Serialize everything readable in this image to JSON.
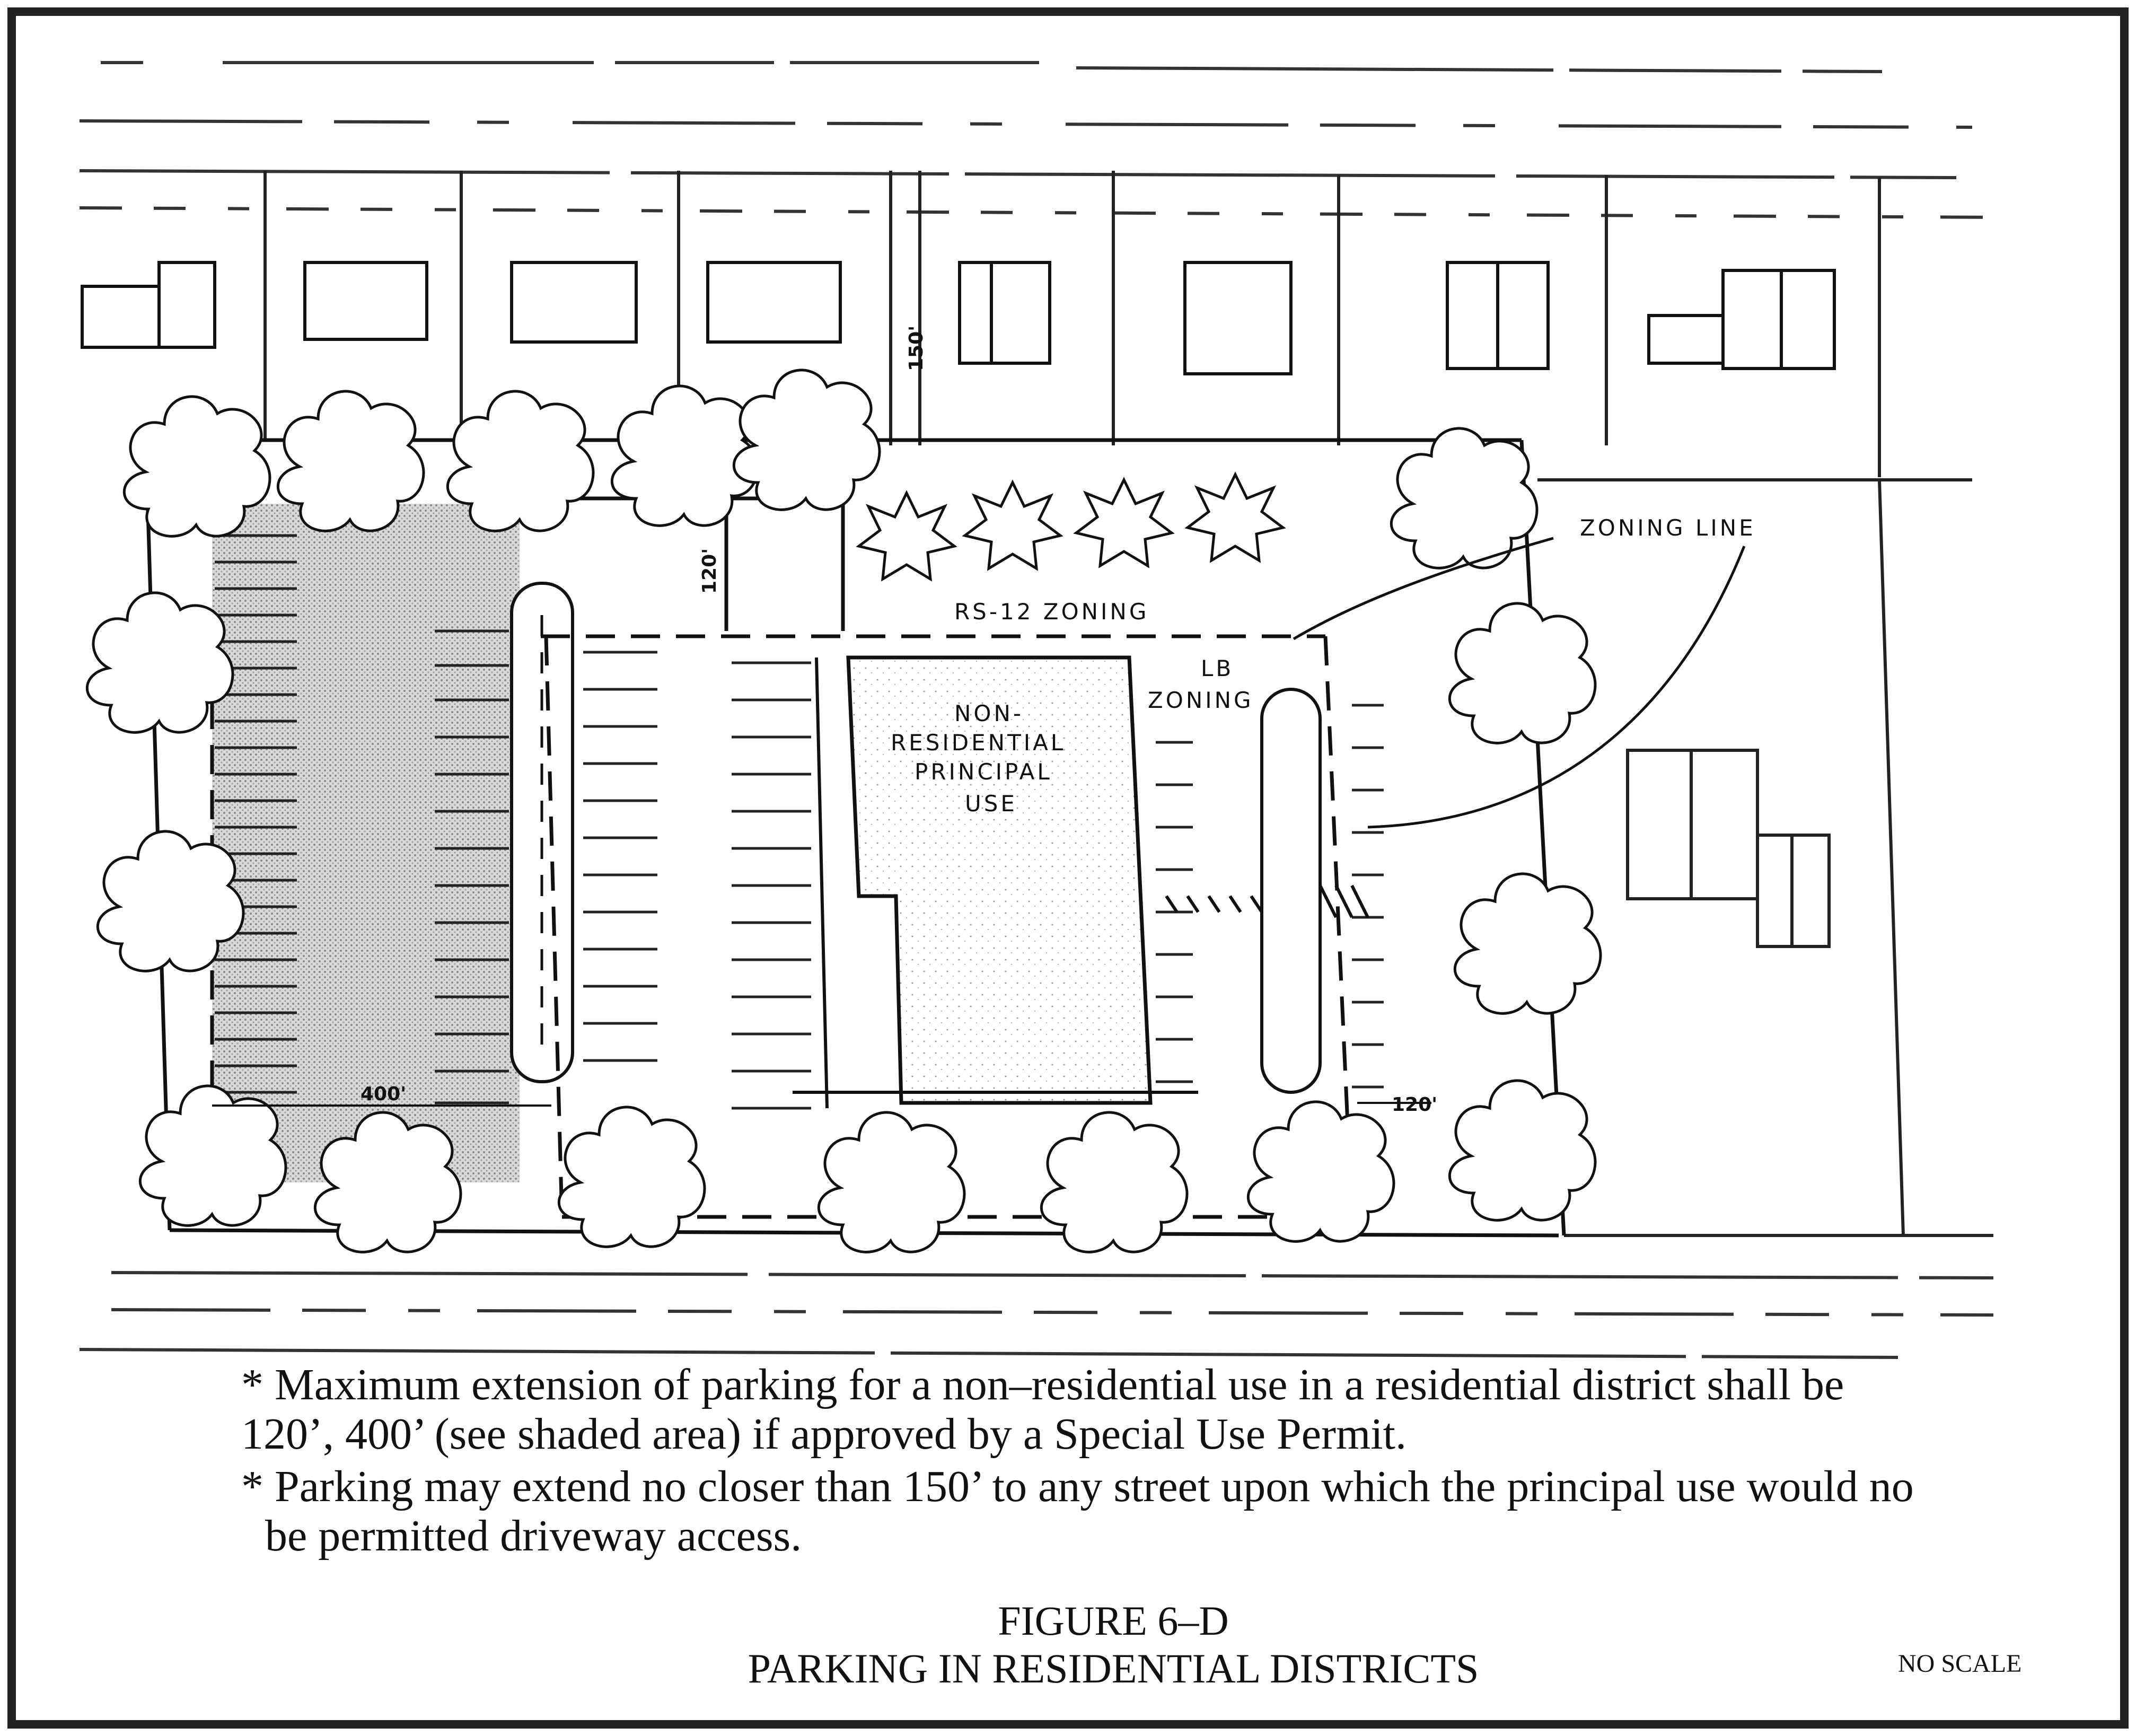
{
  "labels": {
    "zoning_line": "ZONING LINE",
    "rs12": "RS-12 ZONING",
    "lb_1": "LB",
    "lb_2": "ZONING",
    "use_1": "NON-",
    "use_2": "RESIDENTIAL",
    "use_3": "PRINCIPAL",
    "use_4": "USE"
  },
  "dimensions": {
    "d150": "150'",
    "d120_top": "120'",
    "d400": "400'",
    "d120_right": "120'"
  },
  "notes": {
    "note1_line1": "* Maximum extension of parking for a non–residential use in a residential district shall be",
    "note1_line2": "120’, 400’ (see shaded area) if approved by a Special Use Permit.",
    "note2_line1": "* Parking may extend no closer than 150’ to any street upon which the principal use would no",
    "note2_line2": "be permitted driveway access."
  },
  "caption": {
    "line1": "FIGURE 6–D",
    "line2": "PARKING IN RESIDENTIAL DISTRICTS",
    "no_scale": "NO SCALE"
  }
}
